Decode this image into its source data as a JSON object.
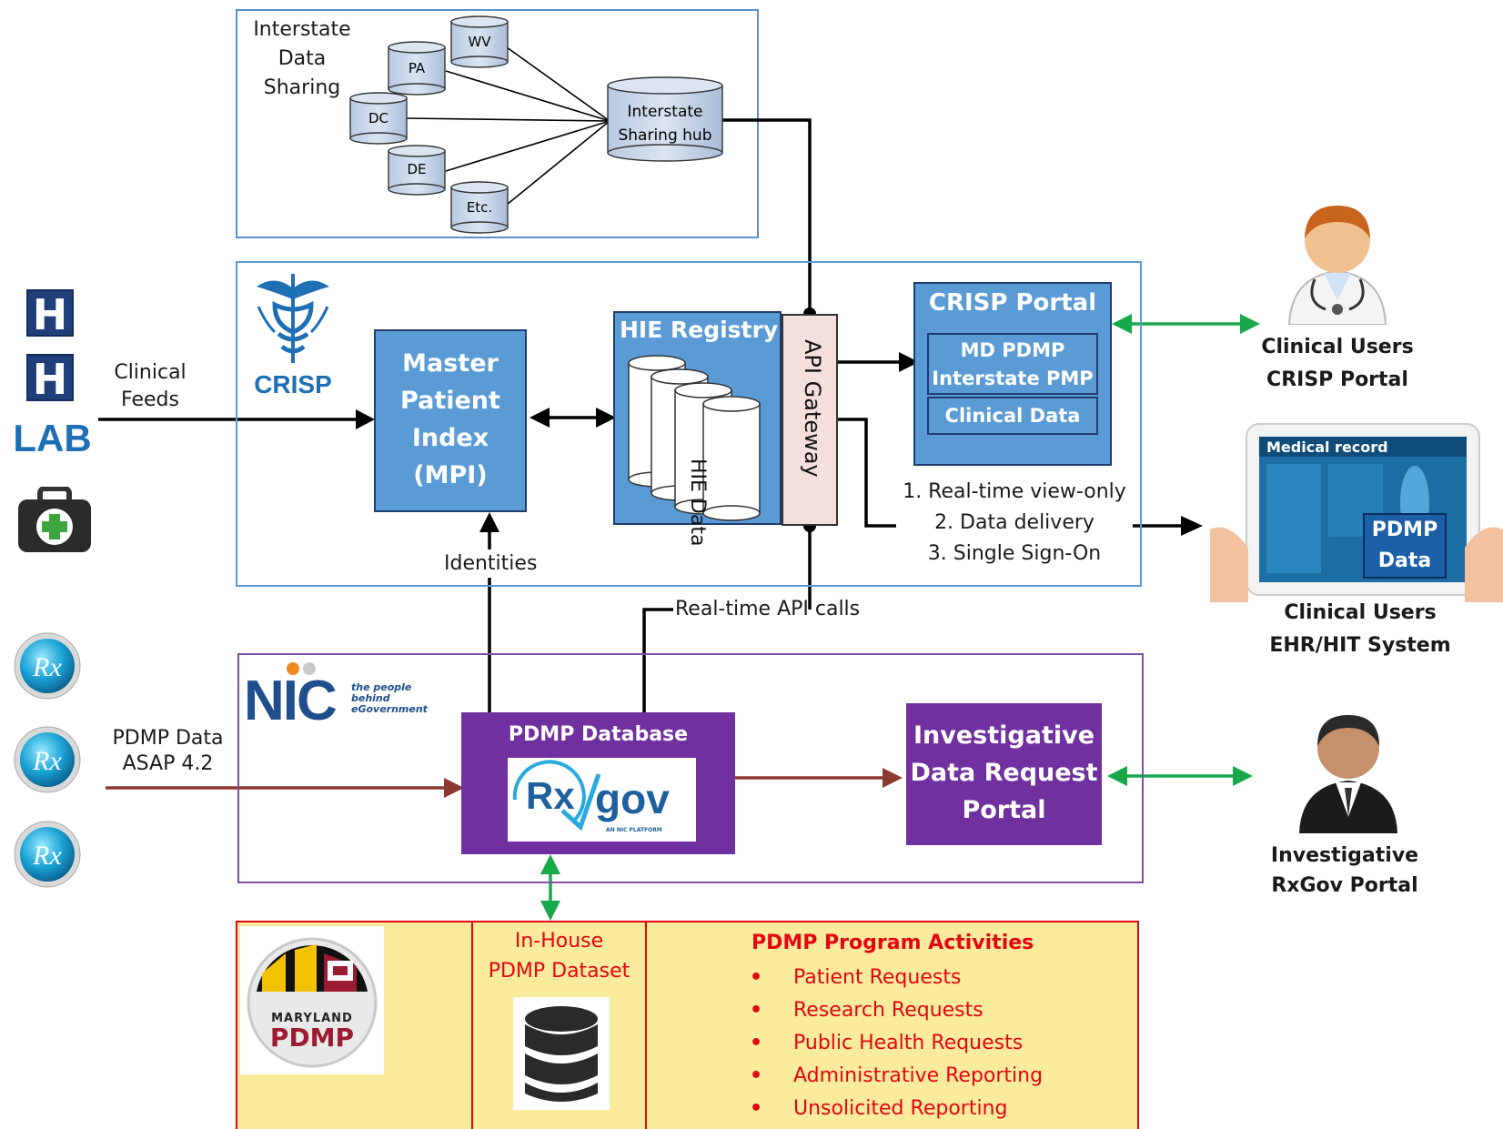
{
  "interstate": {
    "title": "Interstate Data Sharing",
    "title_lines": [
      "Interstate",
      "Data",
      "Sharing"
    ],
    "states": [
      "WV",
      "PA",
      "DC",
      "DE",
      "Etc."
    ],
    "hub_lines": [
      "Interstate",
      "Sharing hub"
    ]
  },
  "crisp": {
    "logo_text": "CRISP",
    "mpi_lines": [
      "Master",
      "Patient",
      "Index",
      "(MPI)"
    ],
    "hie_registry": "HIE Registry",
    "hie_data": "HIE Data",
    "api_gateway": "API Gateway",
    "portal_title": "CRISP Portal",
    "portal_pdmp_lines": [
      "MD PDMP",
      "Interstate PMP"
    ],
    "portal_clinical": "Clinical Data",
    "services": [
      "1. Real-time view-only",
      "2. Data delivery",
      "3. Single Sign-On"
    ],
    "identities": "Identities",
    "clinical_feeds": [
      "Clinical",
      "Feeds"
    ]
  },
  "sources": {
    "hospital_glyph": "H",
    "lab": "LAB",
    "rx_glyph": "Rx"
  },
  "nic": {
    "logo": "NIC",
    "tagline_lines": [
      "the people",
      "behind",
      "eGovernment"
    ],
    "pdmp_database": "PDMP Database",
    "rxgov_rx": "Rx",
    "rxgov_gov": "gov",
    "rxgov_sub": "AN NIC PLATFORM",
    "investigative_lines": [
      "Investigative",
      "Data Request",
      "Portal"
    ],
    "pdmp_data_lines": [
      "PDMP Data",
      "ASAP 4.2"
    ],
    "realtime_api": "Real-time API calls"
  },
  "users": {
    "clinical_crisp": [
      "Clinical Users",
      "CRISP Portal"
    ],
    "clinical_ehr": [
      "Clinical Users",
      "EHR/HIT System"
    ],
    "investigative": [
      "Investigative",
      "RxGov Portal"
    ],
    "tablet_title": "Medical record",
    "tablet_pdmp": [
      "PDMP",
      "Data"
    ]
  },
  "program": {
    "logo_top": "MARYLAND",
    "logo_bottom": "PDMP",
    "inhouse_lines": [
      "In-House",
      "PDMP Dataset"
    ],
    "activities_title": "PDMP Program Activities",
    "activities": [
      "Patient Requests",
      "Research Requests",
      "Public Health Requests",
      "Administrative Reporting",
      "Unsolicited Reporting"
    ]
  },
  "colors": {
    "blue_box": "#5b9bd5",
    "blue_border": "#2e6aa8",
    "purple": "#7030a0",
    "arrow_green": "#17a84a",
    "arrow_brown": "#8b3a2f",
    "yellow_fill": "#fbeb9c",
    "red": "#e30613"
  }
}
